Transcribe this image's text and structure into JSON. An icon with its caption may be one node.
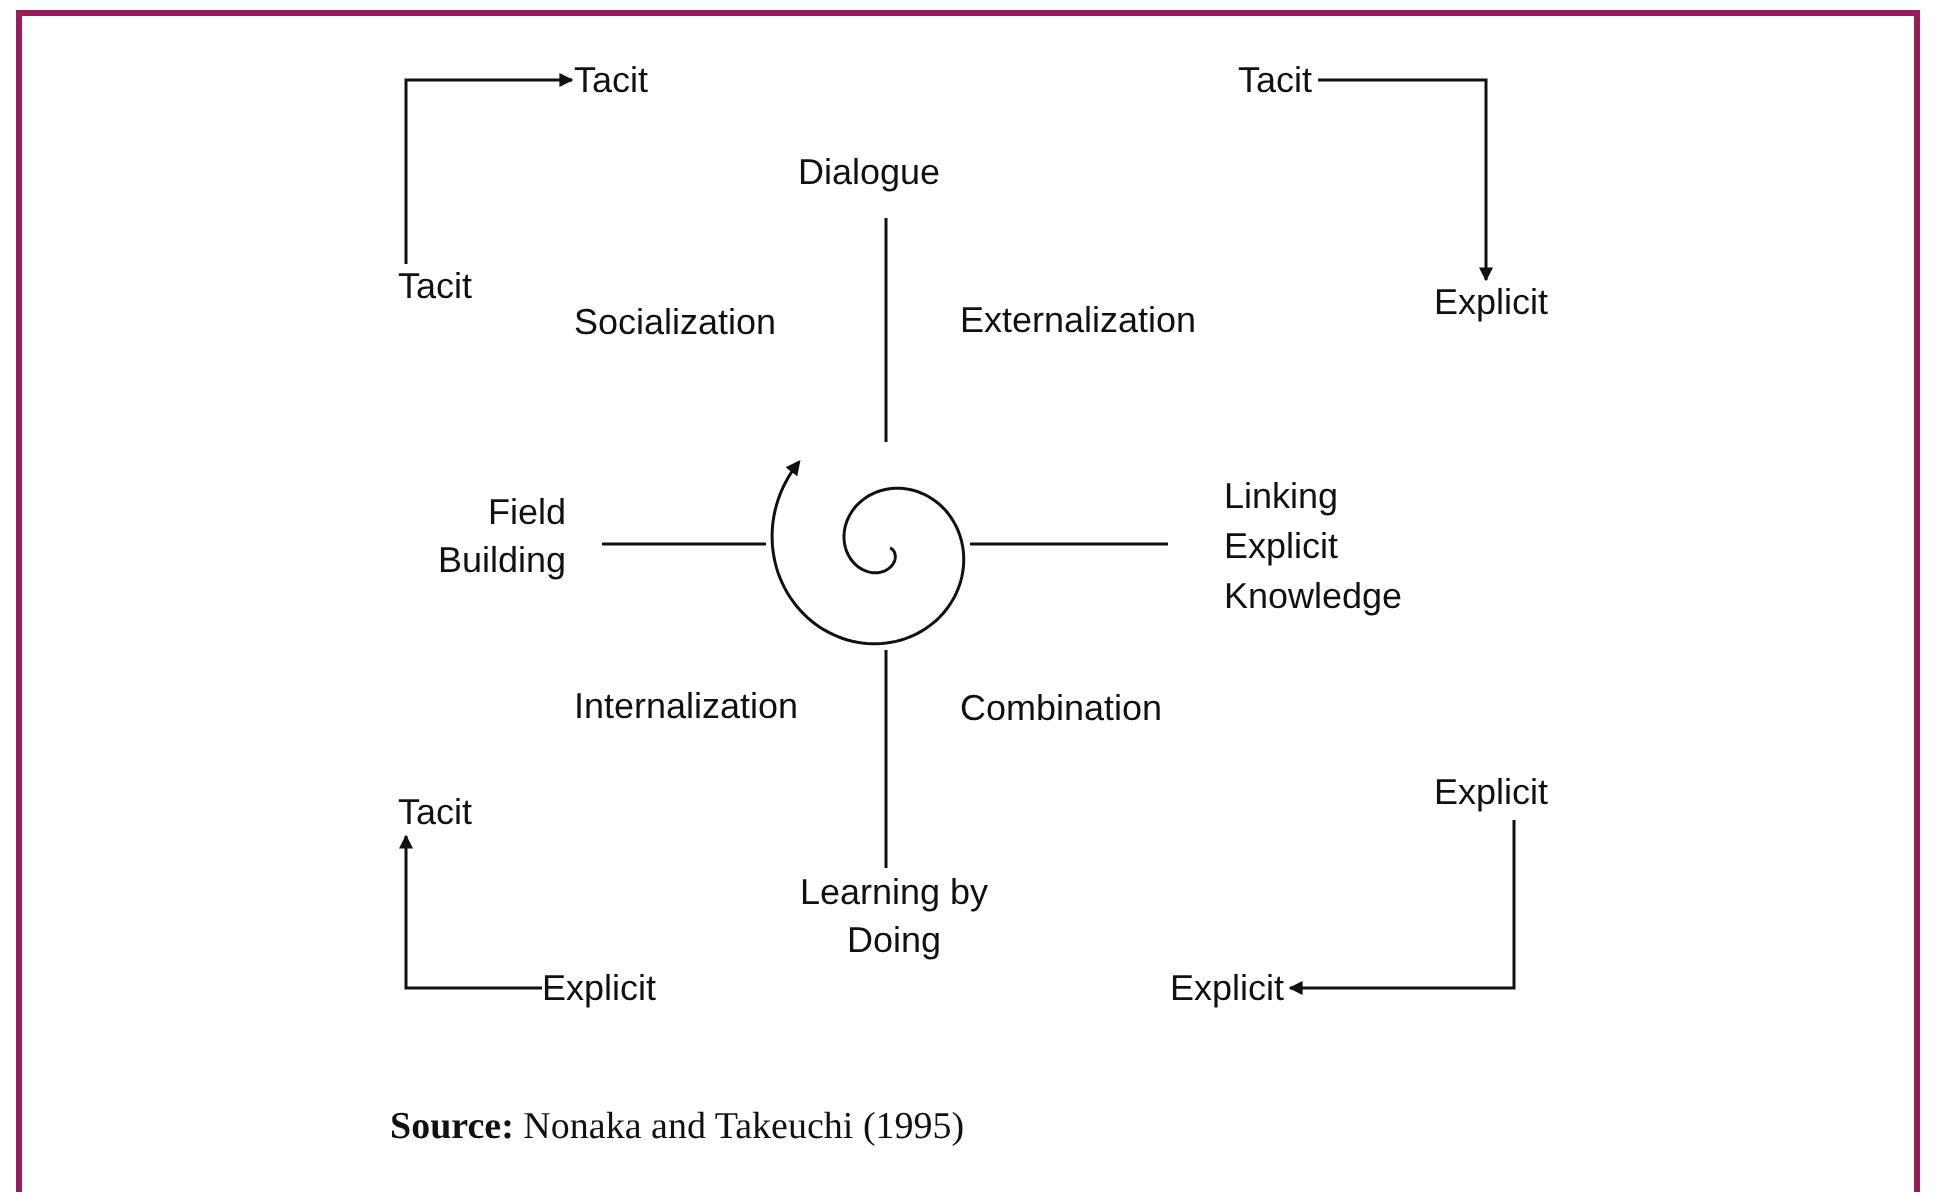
{
  "diagram": {
    "caption": "**Source:** Nonaka and Takeuchi (1995)",
    "nodes": [
      {
        "text": [
          "Tacit"
        ]
      },
      {
        "text": [
          "Tacit"
        ]
      },
      {
        "text": [
          "Tacit"
        ]
      },
      {
        "text": [
          "Explicit"
        ]
      },
      {
        "text": [
          "Explicit"
        ]
      },
      {
        "text": [
          "Explicit"
        ]
      },
      {
        "text": [
          "Tacit"
        ]
      },
      {
        "text": [
          "Explicit"
        ]
      },
      {
        "text": [
          "Dialogue"
        ]
      },
      {
        "text": [
          "Field Building"
        ]
      },
      {
        "text": [
          "Linking Explicit Knowledge"
        ]
      },
      {
        "text": [
          "Learning by Doing"
        ]
      },
      {
        "text": [],
        "shape": "spiral"
      }
    ],
    "edges": [
      {
        "from": 1,
        "to": 0,
        "arrow": "to"
      },
      {
        "from": 2,
        "to": 3,
        "arrow": "to"
      },
      {
        "from": 4,
        "to": 5,
        "arrow": "to"
      },
      {
        "from": 7,
        "to": 6,
        "arrow": "to"
      },
      {
        "from": 12,
        "to": 8,
        "arrow": "none"
      },
      {
        "from": 12,
        "to": 9,
        "arrow": "none"
      },
      {
        "from": 12,
        "to": 10,
        "arrow": "none"
      },
      {
        "from": 12,
        "to": 11,
        "arrow": "none"
      }
    ],
    "labels": [
      "Socialization",
      "Externalization",
      "Internalization",
      "Combination"
    ]
  }
}
